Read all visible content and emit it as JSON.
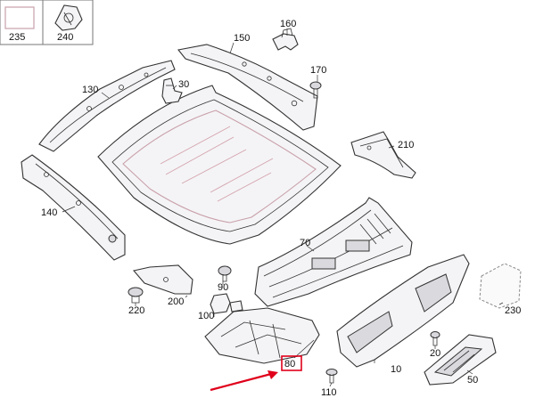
{
  "legend": {
    "box1": {
      "label": "235"
    },
    "box2": {
      "label": "240"
    }
  },
  "parts": [
    {
      "id": "p150",
      "label": "150"
    },
    {
      "id": "p160",
      "label": "160"
    },
    {
      "id": "p170",
      "label": "170"
    },
    {
      "id": "p130",
      "label": "130"
    },
    {
      "id": "p30",
      "label": "30"
    },
    {
      "id": "p210",
      "label": "210"
    },
    {
      "id": "p140",
      "label": "140"
    },
    {
      "id": "p70",
      "label": "70"
    },
    {
      "id": "p90",
      "label": "90"
    },
    {
      "id": "p230",
      "label": "230"
    },
    {
      "id": "p220",
      "label": "220"
    },
    {
      "id": "p200",
      "label": "200"
    },
    {
      "id": "p100",
      "label": "100"
    },
    {
      "id": "p20",
      "label": "20"
    },
    {
      "id": "p10",
      "label": "10"
    },
    {
      "id": "p50",
      "label": "50"
    },
    {
      "id": "p110",
      "label": "110"
    }
  ],
  "highlight": {
    "label": "80",
    "color": "#e0001b"
  },
  "colors": {
    "line": "#333333",
    "glass": "#d4a3ad",
    "accent": "#e0001b"
  }
}
